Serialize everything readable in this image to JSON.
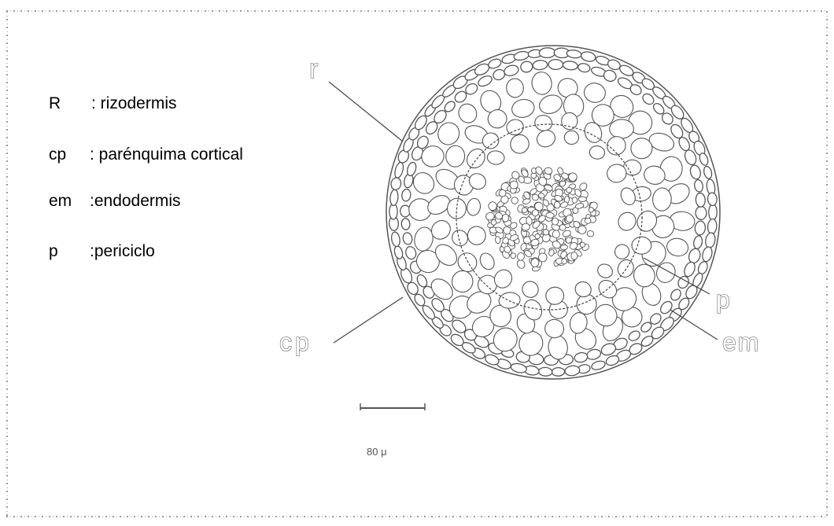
{
  "legend": [
    {
      "abbr": "R",
      "desc": ": rizodermis"
    },
    {
      "abbr": "cp",
      "desc": ": parénquima cortical"
    },
    {
      "abbr": "em",
      "desc": ":endodermis"
    },
    {
      "abbr": "p",
      "desc": ":periciclo"
    }
  ],
  "labels": {
    "r": "r",
    "cp": "cp",
    "p": "p",
    "em": "em"
  },
  "scale_bar": {
    "label": "80 μ"
  },
  "colors": {
    "text": "#000000",
    "cell_outline": "#555555",
    "cell_fill": "#ffffff",
    "inner_wall": "#444444"
  }
}
